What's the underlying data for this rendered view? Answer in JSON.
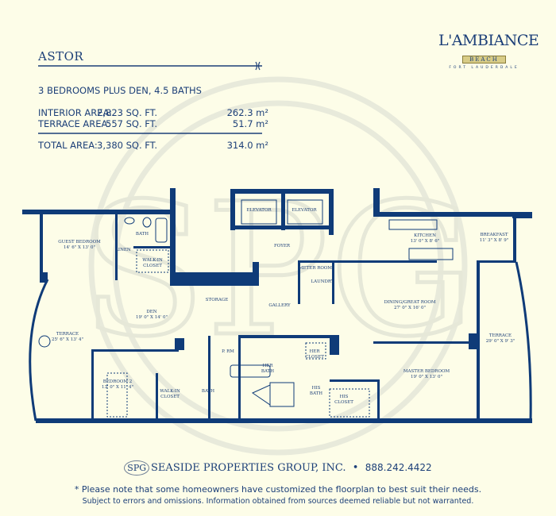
{
  "header": {
    "model_name": "ASTOR",
    "summary": "3 BEDROOMS PLUS DEN, 4.5 BATHS",
    "areas": [
      {
        "label": "INTERIOR AREA:",
        "sqft": "2,823 SQ. FT.",
        "metric": "262.3 m²"
      },
      {
        "label": "TERRACE AREA:",
        "sqft": "557 SQ. FT.",
        "metric": "51.7 m²"
      }
    ],
    "total": {
      "label": "TOTAL AREA:",
      "sqft": "3,380 SQ. FT.",
      "metric": "314.0 m²"
    }
  },
  "logo": {
    "name": "L'AMBIANCE",
    "sub": "BEACH",
    "location": "FORT LAUDERDALE"
  },
  "rooms": {
    "guest_bedroom": {
      "name": "GUEST BEDROOM",
      "dim": "14' 6\" X 13' 0\""
    },
    "bath1": {
      "name": "BATH"
    },
    "linen": {
      "name": "LINEN"
    },
    "walkin1": {
      "name": "WALK-IN CLOSET"
    },
    "elevator1": {
      "name": "ELEVATOR"
    },
    "elevator2": {
      "name": "ELEVATOR"
    },
    "foyer": {
      "name": "FOYER"
    },
    "meter": {
      "name": "METER ROOM"
    },
    "laundry": {
      "name": "LAUNDRY"
    },
    "storage": {
      "name": "STORAGE"
    },
    "gallery": {
      "name": "GALLERY"
    },
    "den": {
      "name": "DEN",
      "dim": "19' 0\" X 14' 0\""
    },
    "kitchen": {
      "name": "KITCHEN",
      "dim": "13' 0\" X 8' 6\""
    },
    "breakfast": {
      "name": "BREAKFAST",
      "dim": "11' 3\" X 8' 9\""
    },
    "dining": {
      "name": "DINING/GREAT ROOM",
      "dim": "27' 0\" X 16' 0\""
    },
    "terrace_left": {
      "name": "TERRACE",
      "dim": "25' 6\" X 13' 4\""
    },
    "terrace_right": {
      "name": "TERRACE",
      "dim": "29' 0\" X 9' 3\""
    },
    "bedroom2": {
      "name": "BEDROOM 2",
      "dim": "13' 0\" X 11' 4\""
    },
    "walkin2": {
      "name": "WALK-IN CLOSET"
    },
    "bath2": {
      "name": "BATH"
    },
    "powder": {
      "name": "P. RM"
    },
    "her_bath": {
      "name": "HER BATH"
    },
    "his_bath": {
      "name": "HIS BATH"
    },
    "her_closet": {
      "name": "HER CLOSET"
    },
    "his_closet": {
      "name": "HIS CLOSET"
    },
    "master": {
      "name": "MASTER BEDROOM",
      "dim": "19' 0\" X 13' 0\""
    }
  },
  "footer": {
    "badge": "SPG",
    "company": "SEASIDE PROPERTIES GROUP, INC.",
    "bullet": "•",
    "phone": "888.242.4422",
    "note": "* Please note that some homeowners have customized the floorplan to best suit their needs.",
    "disclaimer": "Subject to errors and omissions. Information obtained from sources deemed reliable but not warranted."
  },
  "colors": {
    "background": "#fdfde8",
    "wall": "#0f3b78",
    "watermark": "#e6e8d6"
  }
}
